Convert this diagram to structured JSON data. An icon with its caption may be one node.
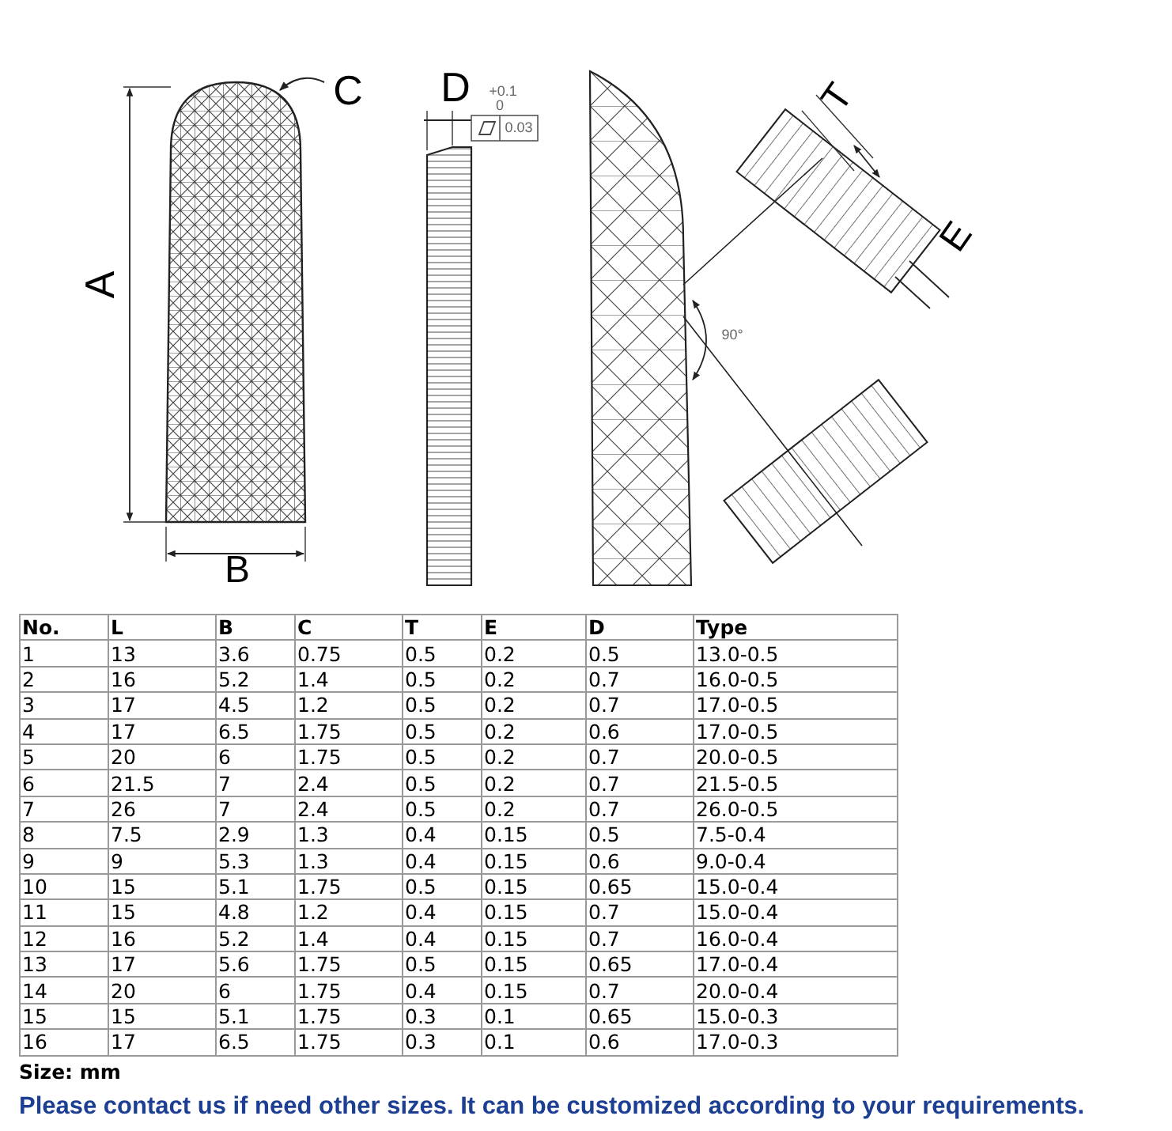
{
  "diagram": {
    "labels": [
      "A",
      "C",
      "D",
      "+0.1",
      "0",
      "0.03",
      "T",
      "E",
      "90°",
      "B",
      "No.",
      "L",
      "B",
      "C",
      "T",
      "E",
      "D",
      "Type",
      "1",
      "13",
      "3.6",
      "0.75",
      "0.5",
      "0.2",
      "0.5",
      "13.0-0.5",
      "2",
      "16",
      "5.2",
      "1.4",
      "0.5",
      "0.2",
      "0.7",
      "16.0-0.5",
      "3",
      "17",
      "4.5",
      "1.2",
      "0.5",
      "0.2",
      "0.7",
      "17.0-0.5",
      "4",
      "17",
      "6.5",
      "1.75",
      "0.5",
      "0.2",
      "0.6",
      "17.0-0.5",
      "5",
      "20",
      "6",
      "1.75",
      "0.5",
      "0.2",
      "0.7",
      "20.0-0.5",
      "6",
      "21.5",
      "7",
      "2.4",
      "0.5",
      "0.2",
      "0.7",
      "21.5-0.5",
      "7",
      "26",
      "7",
      "2.4",
      "0.5",
      "0.2",
      "0.7",
      "26.0-0.5",
      "8",
      "7.5",
      "2.9",
      "1.3",
      "0.4",
      "0.15",
      "0.5",
      "7.5-0.4",
      "9",
      "9",
      "5.3",
      "1.3",
      "0.4",
      "0.15",
      "0.6",
      "9.0-0.4",
      "10",
      "15",
      "5.1",
      "1.75",
      "0.5",
      "0.15",
      "0.65",
      "15.0-0.4",
      "11",
      "15",
      "4.8",
      "1.2",
      "0.4",
      "0.15",
      "0.7",
      "15.0-0.4",
      "12",
      "16",
      "5.2",
      "1.4",
      "0.4",
      "0.15",
      "0.7",
      "16.0-0.4",
      "13",
      "17",
      "5.6",
      "1.75",
      "0.5",
      "0.15",
      "0.65",
      "17.0-0.4",
      "14",
      "20",
      "6",
      "1.75",
      "0.4",
      "0.15",
      "0.7",
      "20.0-0.4",
      "15",
      "15",
      "5.1",
      "1.75",
      "0.3",
      "0.1",
      "0.65",
      "15.0-0.3",
      "16",
      "17",
      "6.5",
      "1.75",
      "0.3",
      "0.1",
      "0.6",
      "17.0-0.3",
      "Size: mm",
      "Please contact us if need other sizes. It can be customized according to your requirements."
    ]
  }
}
